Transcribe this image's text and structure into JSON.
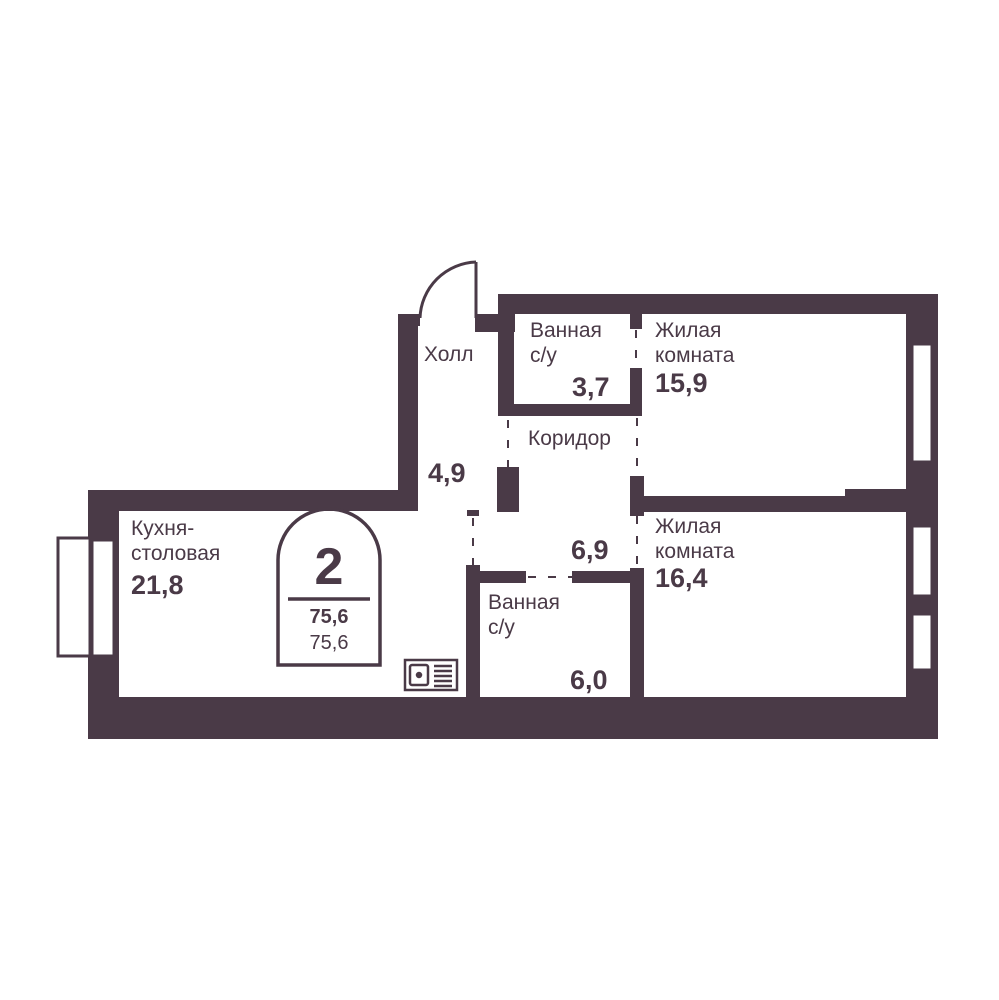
{
  "colors": {
    "wall": "#4a3a47",
    "background": "#ffffff"
  },
  "badge": {
    "rooms": "2",
    "total_area": "75,6",
    "living_area": "75,6"
  },
  "rooms": {
    "hall": {
      "name": "Холл",
      "area": "4,9"
    },
    "bath1": {
      "name_line1": "Ванная",
      "name_line2": "с/у",
      "area": "3,7"
    },
    "living1": {
      "name_line1": "Жилая",
      "name_line2": "комната",
      "area": "15,9"
    },
    "corridor": {
      "name": "Коридор",
      "area": "6,9"
    },
    "kitchen": {
      "name_line1": "Кухня-",
      "name_line2": "столовая",
      "area": "21,8"
    },
    "living2": {
      "name_line1": "Жилая",
      "name_line2": "комната",
      "area": "16,4"
    },
    "bath2": {
      "name_line1": "Ванная",
      "name_line2": "с/у",
      "area": "6,0"
    }
  },
  "icons": {
    "sink": "sink-icon",
    "door": "entrance-door-icon"
  }
}
